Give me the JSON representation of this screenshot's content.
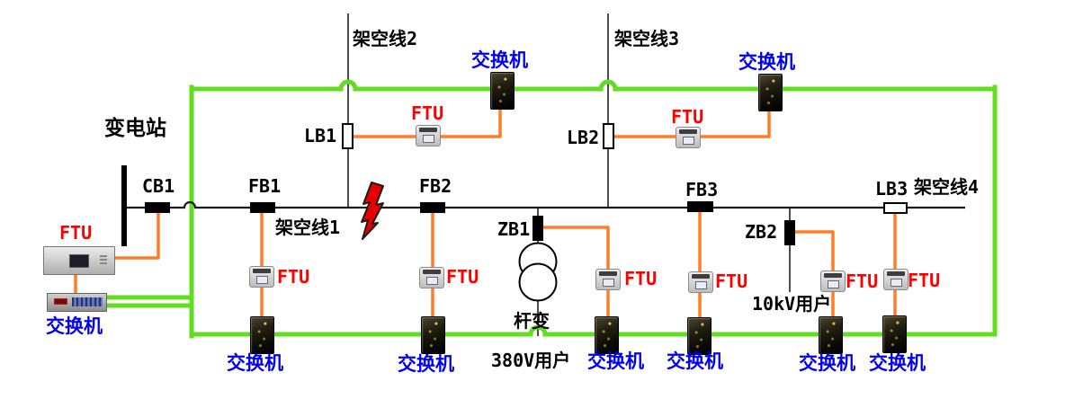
{
  "diagram": {
    "colors": {
      "fiber_ring_green": "#62dd20",
      "comm_cable_orange": "#ff7d26",
      "ftu_label_red": "#fe0000",
      "switch_label_blue": "#0000ee",
      "line_black": "#1a1a1a"
    },
    "labels": {
      "substation": "变电站",
      "cb1": "CB1",
      "fb1": "FB1",
      "fb2": "FB2",
      "fb3": "FB3",
      "lb1": "LB1",
      "lb2": "LB2",
      "lb3": "LB3",
      "zb1": "ZB1",
      "zb2": "ZB2",
      "line1": "架空线1",
      "line2": "架空线2",
      "line3": "架空线3",
      "line4": "架空线4",
      "pole_transformer": "杆变",
      "users_380v": "380V用户",
      "users_10kv": "10kV用户",
      "ftu": "FTU",
      "switch": "交换机"
    }
  }
}
